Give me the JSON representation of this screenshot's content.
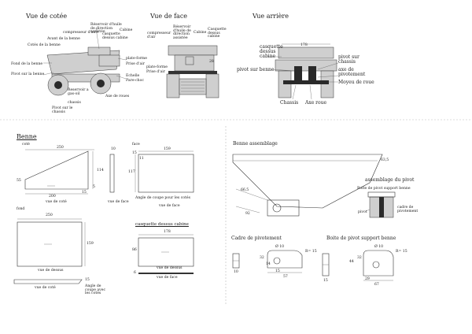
{
  "views": {
    "side_title": "Vue de cotée",
    "front_title": "Vue de face",
    "rear_title": "Vue arrière"
  },
  "side": {
    "cabine": "Cabine",
    "res_huile": "Réservoir d'huile de direction assistée",
    "compresseur": "compresseur d'aire",
    "casquette": "casquette dessus cabine",
    "avant_benne": "Avant de la benne",
    "cote_benne": "Cotés de la benne",
    "fond_benne": "Fond de la benne",
    "pivot_benne": "Pivot sur la benne",
    "plate_forme": "plate-forme",
    "prise_air": "Prise d'air",
    "echelle": "Echelle",
    "pare_choc": "Pare-choc",
    "reservoir_gasoil": "Reservoir a gas-oil",
    "axe_roues": "Axe de roues",
    "chassis": "chassis",
    "pivot_chassis": "Pivot sur le chassis"
  },
  "front": {
    "compresseur": "compresseur d'air",
    "res_huile": "Réservoir d'huile de direction assistée",
    "cabine": "Cabine",
    "casquette": "Casquette dessus cabine",
    "plate_forme": "plate-forme",
    "prise_air": "Prise d'air",
    "dim_28": "28"
  },
  "rear": {
    "casquette": "casquette dessus cabine",
    "pivot_benne": "pivot sur benne",
    "pivot_chassis": "pivot sur chassis",
    "axe_pivotement": "axe de pivotement",
    "moyeu": "Moyeu de roue",
    "chassis": "Chassis",
    "axe_roue": "Axe roue",
    "dim_178": "178"
  },
  "benne": {
    "title": "Benne",
    "cote": "coté",
    "face": "face",
    "fond": "fond",
    "dim_250_top": "250",
    "dim_114": "114",
    "dim_55": "55",
    "dim_200": "200",
    "dim_5": "5",
    "dim_15": "15",
    "vue_cote": "vue de coté",
    "dim_10": "10",
    "vue_face": "vue de face",
    "face_159": "159",
    "face_15": "15",
    "face_11": "11",
    "face_117": "117",
    "angle_coupe_cotes": "Angle de coupe pour les cotés",
    "vue_face2": "vue de face",
    "fond_250": "250",
    "fond_159": "159",
    "vue_dessus": "vue de dessus",
    "vue_cote2": "vue de coté",
    "fond_15": "15",
    "angle_coupe2": "Angle de coupe avec les cotés",
    "casquette_title": "casquette dessus cabine",
    "cas_178": "178",
    "cas_86": "86",
    "cas_6": "6",
    "vue_dessus2": "vue de dessus",
    "vue_face3": "vue de face"
  },
  "assembly": {
    "title": "Benne assemblage",
    "dim_633": "63,5",
    "dim_665": "66,5",
    "dim_92": "92",
    "pivot_title": "assemblage du pivot",
    "boite_label": "Boite de pivot support benne",
    "pivot": "pivot",
    "cadre": "cadre de pivotement"
  },
  "cadre": {
    "title": "Cadre de pivotement",
    "d10": "Ø 10",
    "r15": "R= 15",
    "d32": "32",
    "d14": "14",
    "d15": "15",
    "d57": "57",
    "d10b": "10"
  },
  "boite": {
    "title": "Boite de pivot support benne",
    "d10": "Ø 10",
    "r15": "R= 15",
    "d44": "44",
    "d32": "32",
    "d29": "29",
    "d67": "67",
    "d15": "15"
  }
}
